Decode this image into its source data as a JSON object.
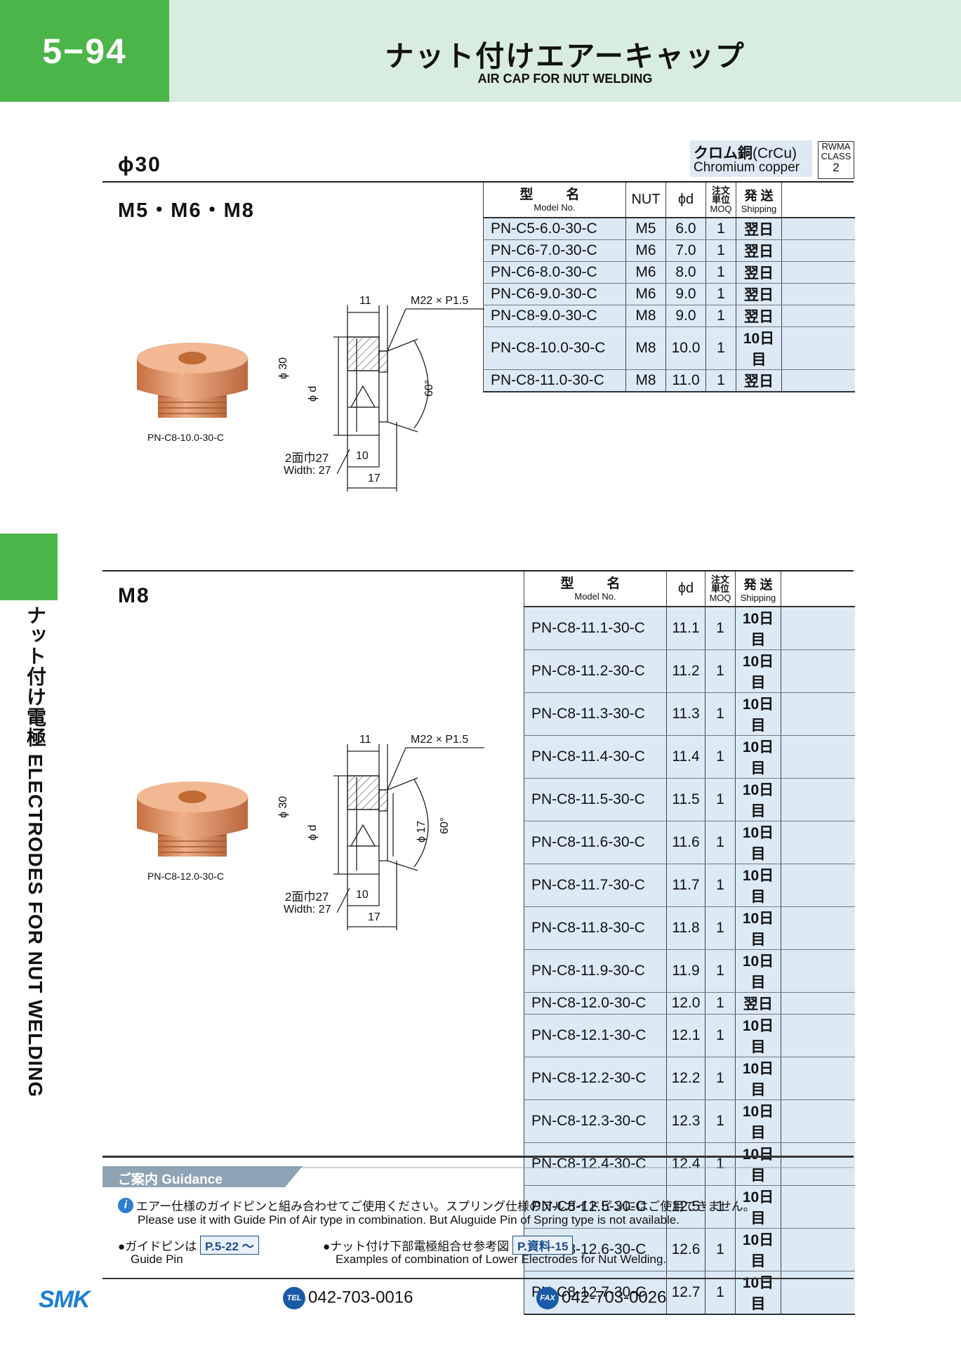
{
  "header": {
    "page_number": "5−94",
    "title_jp": "ナット付けエアーキャップ",
    "title_en": "AIR CAP FOR NUT WELDING"
  },
  "sidebar": {
    "label": "ナット付け電極 ELECTRODES FOR NUT WELDING"
  },
  "section1": {
    "title": "ϕ30",
    "subtitle": "M5・M6・M8",
    "material_jp": "クロム銅",
    "material_formula": "(CrCu)",
    "material_en": "Chromium copper",
    "rwma": [
      "RWMA",
      "CLASS",
      "2"
    ],
    "headers": {
      "model_jp": "型　名",
      "model_en": "Model No.",
      "nut": "NUT",
      "d": "ϕd",
      "moq_jp1": "注文",
      "moq_jp2": "単位",
      "moq_en": "MOQ",
      "ship_jp": "発 送",
      "ship_en": "Shipping"
    },
    "rows": [
      [
        "PN-C5-6.0-30-C",
        "M5",
        "6.0",
        "1",
        "翌日"
      ],
      [
        "PN-C6-7.0-30-C",
        "M6",
        "7.0",
        "1",
        "翌日"
      ],
      [
        "PN-C6-8.0-30-C",
        "M6",
        "8.0",
        "1",
        "翌日"
      ],
      [
        "PN-C6-9.0-30-C",
        "M6",
        "9.0",
        "1",
        "翌日"
      ],
      [
        "PN-C8-9.0-30-C",
        "M8",
        "9.0",
        "1",
        "翌日"
      ],
      [
        "PN-C8-10.0-30-C",
        "M8",
        "10.0",
        "1",
        "10日目"
      ],
      [
        "PN-C8-11.0-30-C",
        "M8",
        "11.0",
        "1",
        "翌日"
      ]
    ],
    "photo_caption": "PN-C8-10.0-30-C",
    "drawing": {
      "d11": "11",
      "thread": "M22 × P1.5",
      "phi30": "ϕ 30",
      "phid": "ϕ d",
      "angle": "60°",
      "width_jp": "2面巾27",
      "width_en": "Width: 27",
      "d10": "10",
      "d17": "17"
    }
  },
  "section2": {
    "title": "M8",
    "headers": {
      "model_jp": "型　名",
      "model_en": "Model No.",
      "d": "ϕd",
      "moq_jp1": "注文",
      "moq_jp2": "単位",
      "moq_en": "MOQ",
      "ship_jp": "発 送",
      "ship_en": "Shipping"
    },
    "rows": [
      [
        "PN-C8-11.1-30-C",
        "11.1",
        "1",
        "10日目"
      ],
      [
        "PN-C8-11.2-30-C",
        "11.2",
        "1",
        "10日目"
      ],
      [
        "PN-C8-11.3-30-C",
        "11.3",
        "1",
        "10日目"
      ],
      [
        "PN-C8-11.4-30-C",
        "11.4",
        "1",
        "10日目"
      ],
      [
        "PN-C8-11.5-30-C",
        "11.5",
        "1",
        "10日目"
      ],
      [
        "PN-C8-11.6-30-C",
        "11.6",
        "1",
        "10日目"
      ],
      [
        "PN-C8-11.7-30-C",
        "11.7",
        "1",
        "10日目"
      ],
      [
        "PN-C8-11.8-30-C",
        "11.8",
        "1",
        "10日目"
      ],
      [
        "PN-C8-11.9-30-C",
        "11.9",
        "1",
        "10日目"
      ],
      [
        "PN-C8-12.0-30-C",
        "12.0",
        "1",
        "翌日"
      ],
      [
        "PN-C8-12.1-30-C",
        "12.1",
        "1",
        "10日目"
      ],
      [
        "PN-C8-12.2-30-C",
        "12.2",
        "1",
        "10日目"
      ],
      [
        "PN-C8-12.3-30-C",
        "12.3",
        "1",
        "10日目"
      ],
      [
        "PN-C8-12.4-30-C",
        "12.4",
        "1",
        "10日目"
      ],
      [
        "PN-C8-12.5-30-C",
        "12.5",
        "1",
        "10日目"
      ],
      [
        "PN-C8-12.6-30-C",
        "12.6",
        "1",
        "10日目"
      ],
      [
        "PN-C8-12.7-30-C",
        "12.7",
        "1",
        "10日目"
      ]
    ],
    "photo_caption": "PN-C8-12.0-30-C",
    "drawing": {
      "d11": "11",
      "thread": "M22 × P1.5",
      "phi30": "ϕ 30",
      "phid": "ϕ d",
      "phi17": "ϕ 17",
      "angle": "60°",
      "width_jp": "2面巾27",
      "width_en": "Width: 27",
      "d10": "10",
      "d17": "17"
    }
  },
  "guidance": {
    "title": "ご案内 Guidance",
    "note_jp": "エアー仕様のガイドピンと組み合わせてご使用ください。スプリング仕様のアルガイドピンにはご使用できません。",
    "note_en": "Please use it with Guide Pin of Air type in combination. But Aluguide Pin of Spring type is not available.",
    "guide_pin_jp": "●ガイドピンは",
    "guide_pin_ref": "P.5-22 ～",
    "guide_pin_en": "Guide Pin",
    "examples_jp": "●ナット付け下部電極組合せ参考図",
    "examples_ref": "P.資料-15",
    "examples_en": "Examples of combination of Lower Electrodes for Nut Welding."
  },
  "footer": {
    "logo": "SMK",
    "tel_label": "TEL",
    "tel": "042-703-0016",
    "fax_label": "FAX",
    "fax": "042-703-0026"
  },
  "colors": {
    "green": "#4cb54a",
    "header_bg": "#d9ece0",
    "row_blue": "#dceaf6",
    "copper": "#e0915e",
    "ref_blue": "#1a4f8a"
  }
}
